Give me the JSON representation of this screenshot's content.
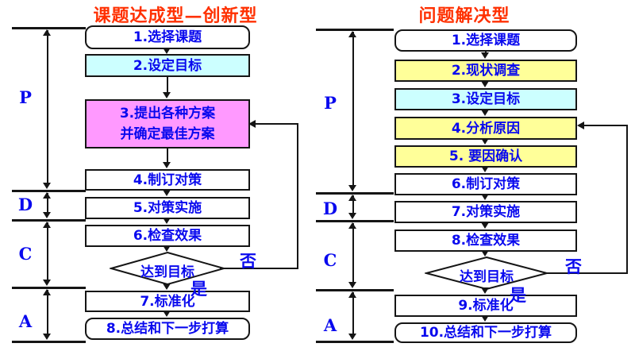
{
  "colors": {
    "line": "#151515",
    "text_blue": "#0909ee",
    "title_red": "#ff3000",
    "cyan": "#ccffff",
    "yellow": "#ffff99",
    "magenta": "#ff99ff",
    "white": "#ffffff"
  },
  "charts": [
    {
      "title": "课题达成型—创新型",
      "phase_labels": [
        "P",
        "D",
        "C",
        "A"
      ],
      "yes_label": "是",
      "no_label": "否",
      "steps": [
        {
          "label": "1.选择课题",
          "fill": "#ffffff",
          "shape": "rounded"
        },
        {
          "label": "2.设定目标",
          "fill": "#ccffff",
          "shape": "rect"
        },
        {
          "label_lines": [
            "3.提出各种方案",
            "并确定最佳方案"
          ],
          "fill": "#ff99ff",
          "shape": "rect"
        },
        {
          "label": "4.制订对策",
          "fill": "#ffffff",
          "shape": "rect"
        },
        {
          "label": "5.对策实施",
          "fill": "#ffffff",
          "shape": "rect"
        },
        {
          "label": "6.检查效果",
          "fill": "#ffffff",
          "shape": "rect"
        },
        {
          "label": "达到目标",
          "fill": "#ffffff",
          "shape": "diamond"
        },
        {
          "label": "7.标准化",
          "fill": "#ffffff",
          "shape": "rect"
        },
        {
          "label": "8.总结和下一步打算",
          "fill": "#ffffff",
          "shape": "rounded"
        }
      ]
    },
    {
      "title": "问题解决型",
      "phase_labels": [
        "P",
        "D",
        "C",
        "A"
      ],
      "yes_label": "是",
      "no_label": "否",
      "steps": [
        {
          "label": "1.选择课题",
          "fill": "#ffffff",
          "shape": "rounded"
        },
        {
          "label": "2.现状调查",
          "fill": "#ffff99",
          "shape": "rect"
        },
        {
          "label": "3.设定目标",
          "fill": "#ccffff",
          "shape": "rect"
        },
        {
          "label": "4.分析原因",
          "fill": "#ffff99",
          "shape": "rect"
        },
        {
          "label": "5. 要因确认",
          "fill": "#ffff99",
          "shape": "rect"
        },
        {
          "label": "6.制订对策",
          "fill": "#ffffff",
          "shape": "rect"
        },
        {
          "label": "7.对策实施",
          "fill": "#ffffff",
          "shape": "rect"
        },
        {
          "label": "8.检查效果",
          "fill": "#ffffff",
          "shape": "rect"
        },
        {
          "label": "达到目标",
          "fill": "#ffffff",
          "shape": "diamond"
        },
        {
          "label": "9.标准化",
          "fill": "#ffffff",
          "shape": "rect"
        },
        {
          "label": "10.总结和下一步打算",
          "fill": "#ffffff",
          "shape": "rounded"
        }
      ]
    }
  ]
}
